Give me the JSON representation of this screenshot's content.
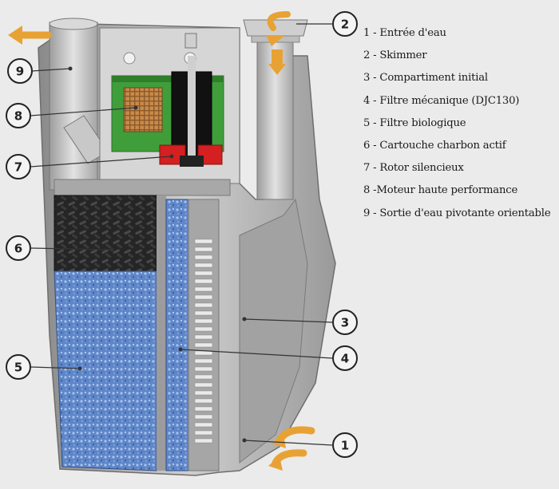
{
  "colors": {
    "background": "#ebebeb",
    "housing": "#b9b9b9",
    "housing_dark": "#7d7d7d",
    "motor_board": "#3f9e3a",
    "rotor": "#d42020",
    "mechanical_filter": "#c98a4a",
    "biological_filter": "#5f86c8",
    "carbon": "#252525",
    "arrow": "#e8a234"
  },
  "callouts": [
    {
      "number": "1"
    },
    {
      "number": "2"
    },
    {
      "number": "3"
    },
    {
      "number": "4"
    },
    {
      "number": "5"
    },
    {
      "number": "6"
    },
    {
      "number": "7"
    },
    {
      "number": "8"
    },
    {
      "number": "9"
    }
  ],
  "legend": [
    "1 - Entrée d'eau",
    "2 - Skimmer",
    "3 - Compartiment initial",
    "4 - Filtre mécanique (DJC130)",
    "5 - Filtre biologique",
    "6 - Cartouche charbon actif",
    "7 - Rotor silencieux",
    "8 -Moteur haute performance",
    "9 - Sortie d'eau pivotante orientable"
  ]
}
